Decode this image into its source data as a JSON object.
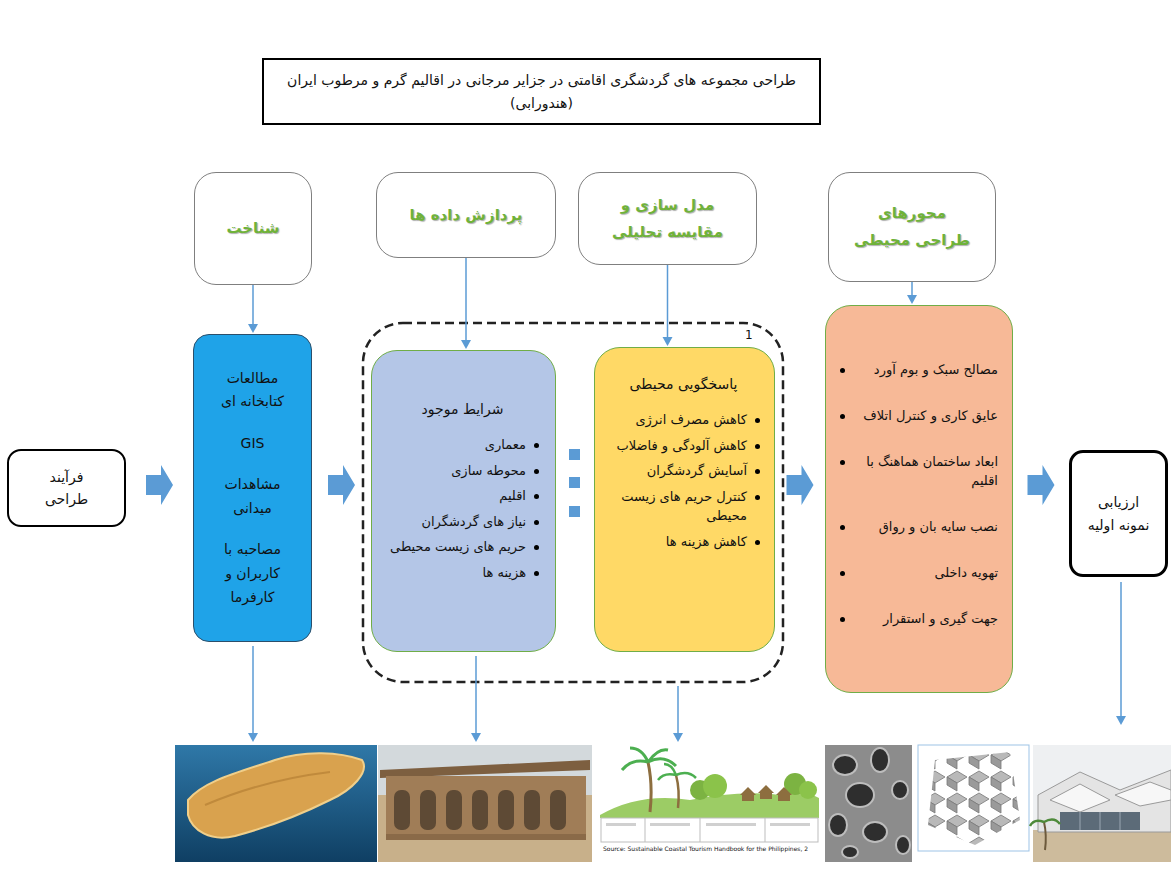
{
  "diagram": {
    "title": "طراحی مجموعه های گردشگری اقامتی در جزایر مرجانی در اقالیم گرم و مرطوب ایران (هندورابی)",
    "nodes": [
      {
        "text": [
          "فرآیند طراحی"
        ]
      },
      {
        "text": [
          "شناخت"
        ]
      },
      {
        "text": [
          "مطالعات کتابخانه ای",
          "GIS",
          "مشاهدات میدانی",
          "مصاحبه با کاربران و کارفرما"
        ]
      },
      {
        "text": [
          "پردازش داده ها"
        ]
      },
      {
        "text": [
          "مدل سازی و مقایسه تحلیلی"
        ]
      },
      {
        "text": [
          "شرایط موجود",
          "معماری",
          "محوطه سازی",
          "اقلیم",
          "نیاز های گردشگران",
          "حریم های زیست محیطی",
          "هزینه ها"
        ]
      },
      {
        "text": [
          "پاسخگویی محیطی",
          "کاهش مصرف انرژی",
          "کاهش آلودگی و فاضلاب",
          "آسایش گردشگران",
          "کنترل حریم های زیست محیطی",
          "کاهش هزینه ها"
        ]
      },
      {
        "text": [
          "محورهای طراحی محیطی"
        ]
      },
      {
        "text": [
          "مصالح سبک و بوم آورد",
          "عایق کاری و کنترل اتلاف",
          "ابعاد ساختمان هماهنگ با اقلیم",
          "نصب سایه بان و رواق",
          "تهویه داخلی",
          "جهت گیری و استقرار"
        ]
      },
      {
        "text": [
          "ارزیابی نمونه اولیه"
        ]
      }
    ],
    "edges": [
      {
        "from": 0,
        "to": 2,
        "arrow": "to"
      },
      {
        "from": 1,
        "to": 2,
        "arrow": "to"
      },
      {
        "from": 2,
        "to": 5,
        "arrow": "to"
      },
      {
        "from": 3,
        "to": 5,
        "arrow": "to"
      },
      {
        "from": 4,
        "to": 6,
        "arrow": "to"
      },
      {
        "from": 6,
        "to": 8,
        "arrow": "to"
      },
      {
        "from": 7,
        "to": 8,
        "arrow": "to"
      },
      {
        "from": 8,
        "to": 9,
        "arrow": "to"
      }
    ],
    "labels": [
      "1",
      "Source: Sustainable Coastal Tourism Handbook for the Philippines, 2"
    ]
  }
}
